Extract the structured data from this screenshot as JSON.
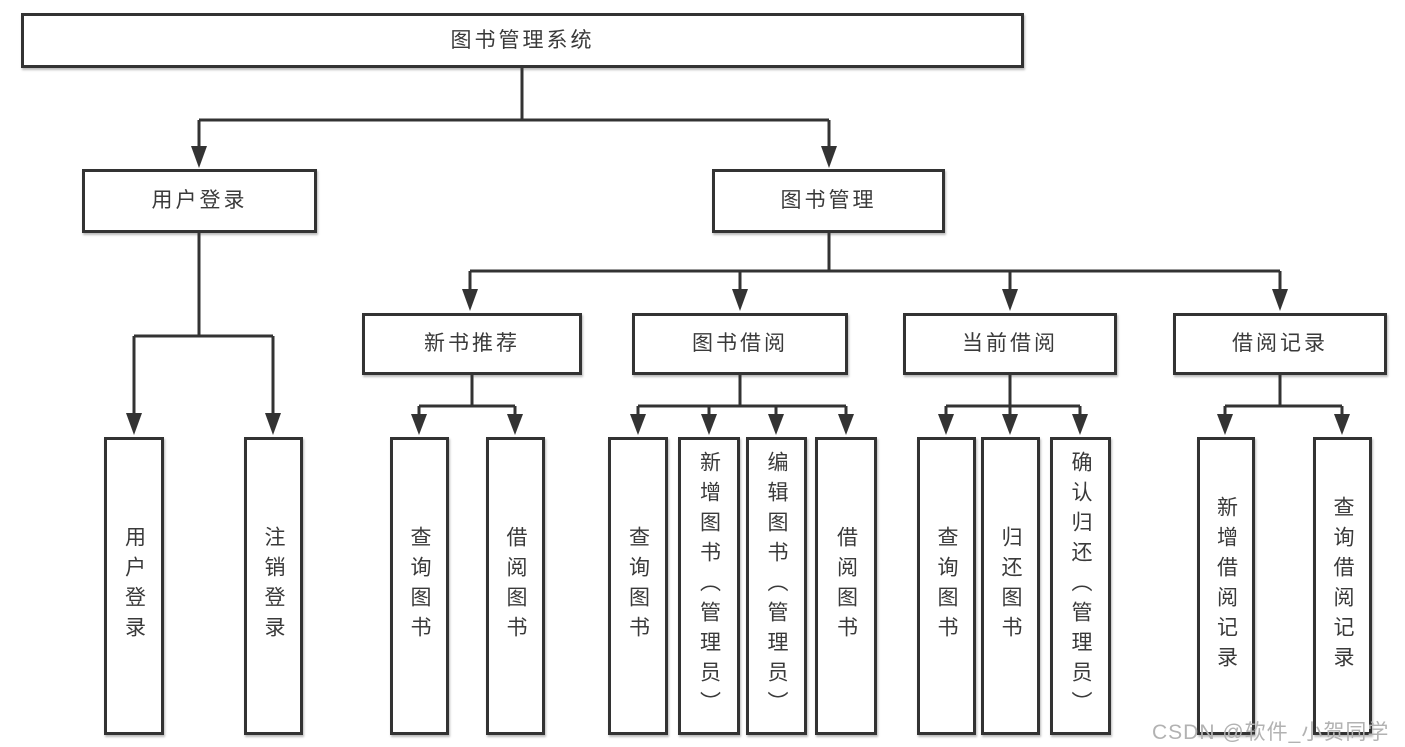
{
  "colors": {
    "background": "#ffffff",
    "line": "#333333",
    "box_border": "#333333",
    "text": "#3a3a3a",
    "watermark_text": "#b2b2b2"
  },
  "tree": {
    "label": "图书管理系统",
    "children": [
      {
        "label": "用户登录",
        "children": [
          {
            "label": "用户登录"
          },
          {
            "label": "注销登录"
          }
        ]
      },
      {
        "label": "图书管理",
        "children": [
          {
            "label": "新书推荐",
            "children": [
              {
                "label": "查询图书"
              },
              {
                "label": "借阅图书"
              }
            ]
          },
          {
            "label": "图书借阅",
            "children": [
              {
                "label": "查询图书"
              },
              {
                "label": "新增图书（管理员）"
              },
              {
                "label": "编辑图书（管理员）"
              },
              {
                "label": "借阅图书"
              }
            ]
          },
          {
            "label": "当前借阅",
            "children": [
              {
                "label": "查询图书"
              },
              {
                "label": "归还图书"
              },
              {
                "label": "确认归还（管理员）"
              }
            ]
          },
          {
            "label": "借阅记录",
            "children": [
              {
                "label": "新增借阅记录"
              },
              {
                "label": "查询借阅记录"
              }
            ]
          }
        ]
      }
    ]
  },
  "watermark": {
    "text": "CSDN @软件_小贺同学"
  }
}
